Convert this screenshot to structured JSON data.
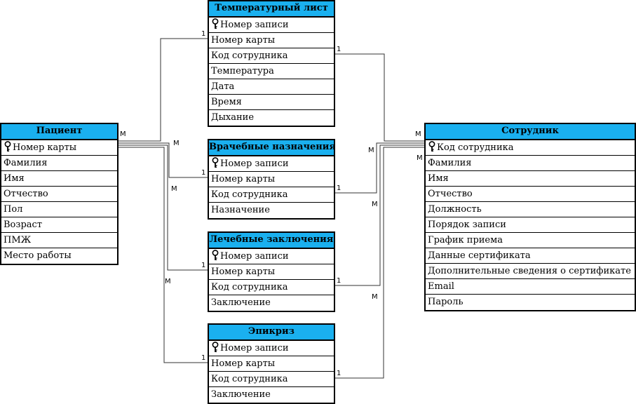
{
  "colors": {
    "header": "#1ab0ef",
    "border": "#000000",
    "line": "#333333"
  },
  "entities": {
    "temp_sheet": {
      "title": "Температурный лист",
      "fields": [
        {
          "label": "Номер записи",
          "key": true
        },
        {
          "label": "Номер карты"
        },
        {
          "label": "Код сотрудника"
        },
        {
          "label": "Температура"
        },
        {
          "label": "Дата"
        },
        {
          "label": "Время"
        },
        {
          "label": "Дыхание"
        }
      ]
    },
    "patient": {
      "title": "Пациент",
      "fields": [
        {
          "label": "Номер карты",
          "key": true
        },
        {
          "label": "Фамилия"
        },
        {
          "label": "Имя"
        },
        {
          "label": "Отчество"
        },
        {
          "label": "Пол"
        },
        {
          "label": "Возраст"
        },
        {
          "label": "ПМЖ"
        },
        {
          "label": "Место работы"
        }
      ]
    },
    "prescriptions": {
      "title": "Врачебные назначения",
      "fields": [
        {
          "label": "Номер записи",
          "key": true
        },
        {
          "label": "Номер карты"
        },
        {
          "label": "Код сотрудника"
        },
        {
          "label": "Назначение"
        }
      ]
    },
    "conclusions": {
      "title": "Лечебные заключения",
      "fields": [
        {
          "label": "Номер записи",
          "key": true
        },
        {
          "label": "Номер карты"
        },
        {
          "label": "Код сотрудника"
        },
        {
          "label": "Заключение"
        }
      ]
    },
    "epicrisis": {
      "title": "Эпикриз",
      "fields": [
        {
          "label": "Номер записи",
          "key": true
        },
        {
          "label": "Номер карты"
        },
        {
          "label": "Код сотрудника"
        },
        {
          "label": "Заключение"
        }
      ]
    },
    "employee": {
      "title": "Сотрудник",
      "fields": [
        {
          "label": "Код сотрудника",
          "key": true
        },
        {
          "label": "Фамилия"
        },
        {
          "label": "Имя"
        },
        {
          "label": "Отчество"
        },
        {
          "label": "Должность"
        },
        {
          "label": "Порядок записи"
        },
        {
          "label": "График приема"
        },
        {
          "label": "Данные сертификата"
        },
        {
          "label": "Дополнительные сведения о сертификате"
        },
        {
          "label": "Email"
        },
        {
          "label": "Пароль"
        }
      ]
    }
  },
  "cardinality": {
    "one": "1",
    "many": "М"
  }
}
